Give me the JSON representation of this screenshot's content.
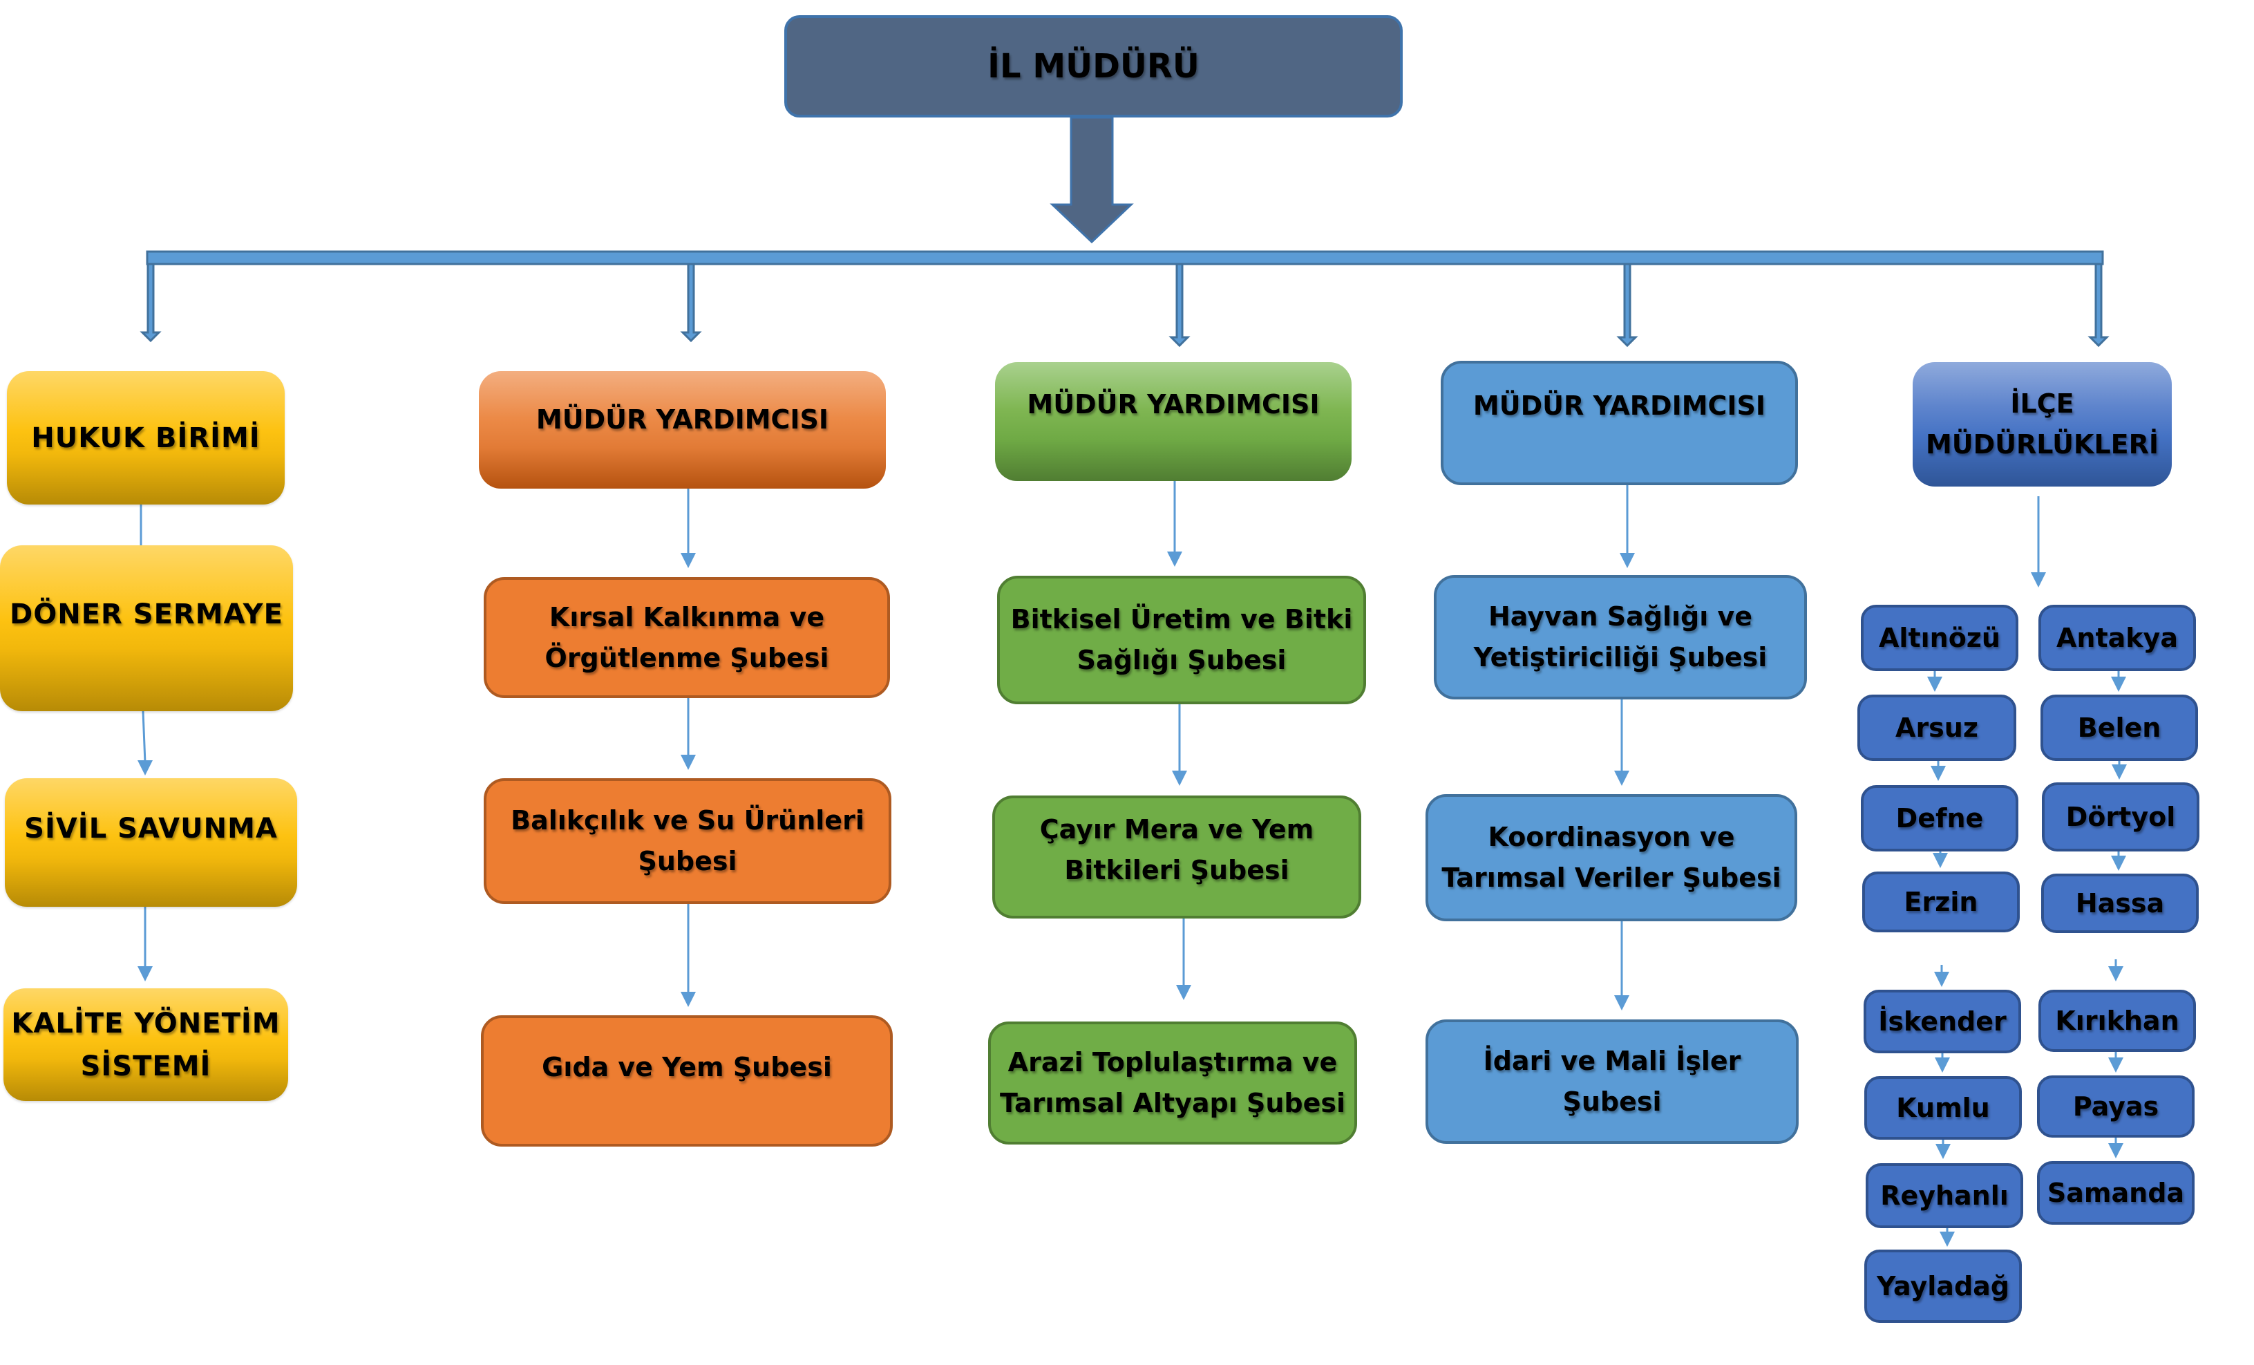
{
  "title": "İL MÜDÜRÜ",
  "colors": {
    "top": "#506684",
    "connector": "#5b9bd5",
    "connector_dark": "#41719c",
    "yellow": "#fdc211",
    "orange": "#ed7d31",
    "green": "#70ad47",
    "blue": "#5b9bd5",
    "navy": "#4472c4"
  },
  "columns": [
    {
      "head": "HUKUK BİRİMİ",
      "items": [
        "DÖNER SERMAYE",
        "SİVİL SAVUNMA",
        "KALİTE YÖNETİM\nSİSTEMİ"
      ]
    },
    {
      "head": "MÜDÜR YARDIMCISI",
      "items": [
        "Kırsal Kalkınma ve\nÖrgütlenme Şubesi",
        "Balıkçılık ve Su Ürünleri\nŞubesi",
        "Gıda ve Yem Şubesi"
      ]
    },
    {
      "head": "MÜDÜR YARDIMCISI",
      "items": [
        "Bitkisel Üretim ve Bitki\nSağlığı Şubesi",
        "Çayır Mera ve Yem\nBitkileri Şubesi",
        "Arazi Toplulaştırma ve\nTarımsal Altyapı Şubesi"
      ]
    },
    {
      "head": "MÜDÜR YARDIMCISI",
      "items": [
        "Hayvan Sağlığı ve\nYetiştiriciliği Şubesi",
        "Koordinasyon ve\nTarımsal Veriler Şubesi",
        "İdari ve Mali İşler\nŞubesi"
      ]
    },
    {
      "head": "İLÇE\nMÜDÜRLÜKLERİ",
      "districts_left": [
        "Altınözü",
        "Arsuz",
        "Defne",
        "Erzin",
        "İskender",
        "Kumlu",
        "Reyhanlı",
        "Yayladağ"
      ],
      "districts_right": [
        "Antakya",
        "Belen",
        "Dörtyol",
        "Hassa",
        "Kırıkhan",
        "Payas",
        "Samanda"
      ]
    }
  ]
}
